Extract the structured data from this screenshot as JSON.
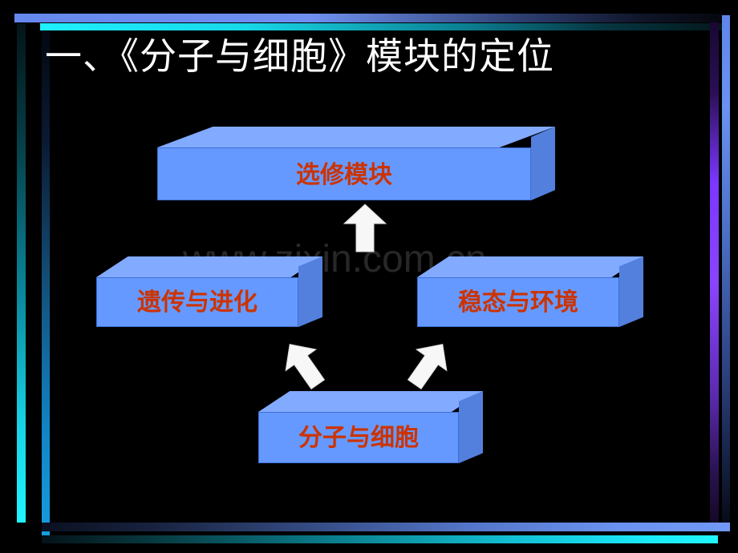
{
  "slide": {
    "background_color": "#000000",
    "title": "一、《分子与细胞》模块的定位",
    "title_color": "#ffffff",
    "watermark": "www.zixin.com.cn",
    "watermark_color": "#272727"
  },
  "theme": {
    "box_front_color": "#6699ff",
    "box_top_color": "#82aaff",
    "box_side_color": "#5380dd",
    "box_label_color": "#cc3300",
    "arrow_color": "#ffffff",
    "frame_blue": "#6a92f2",
    "frame_cyan": "#1ff4ff",
    "frame_purple": "#8b44ff"
  },
  "diagram": {
    "type": "flow",
    "boxes": [
      {
        "id": "elective",
        "label": "选修模块",
        "row": "top"
      },
      {
        "id": "genetics",
        "label": "遗传与进化",
        "row": "middle-left"
      },
      {
        "id": "homeostasis",
        "label": "稳态与环境",
        "row": "middle-right"
      },
      {
        "id": "molecule",
        "label": "分子与细胞",
        "row": "bottom"
      }
    ],
    "arrows": [
      {
        "id": "up",
        "from": "middle-row",
        "to": "elective",
        "direction": "up"
      },
      {
        "id": "up-left",
        "from": "molecule",
        "to": "genetics",
        "direction": "up-left"
      },
      {
        "id": "up-right",
        "from": "molecule",
        "to": "homeostasis",
        "direction": "up-right"
      }
    ]
  }
}
